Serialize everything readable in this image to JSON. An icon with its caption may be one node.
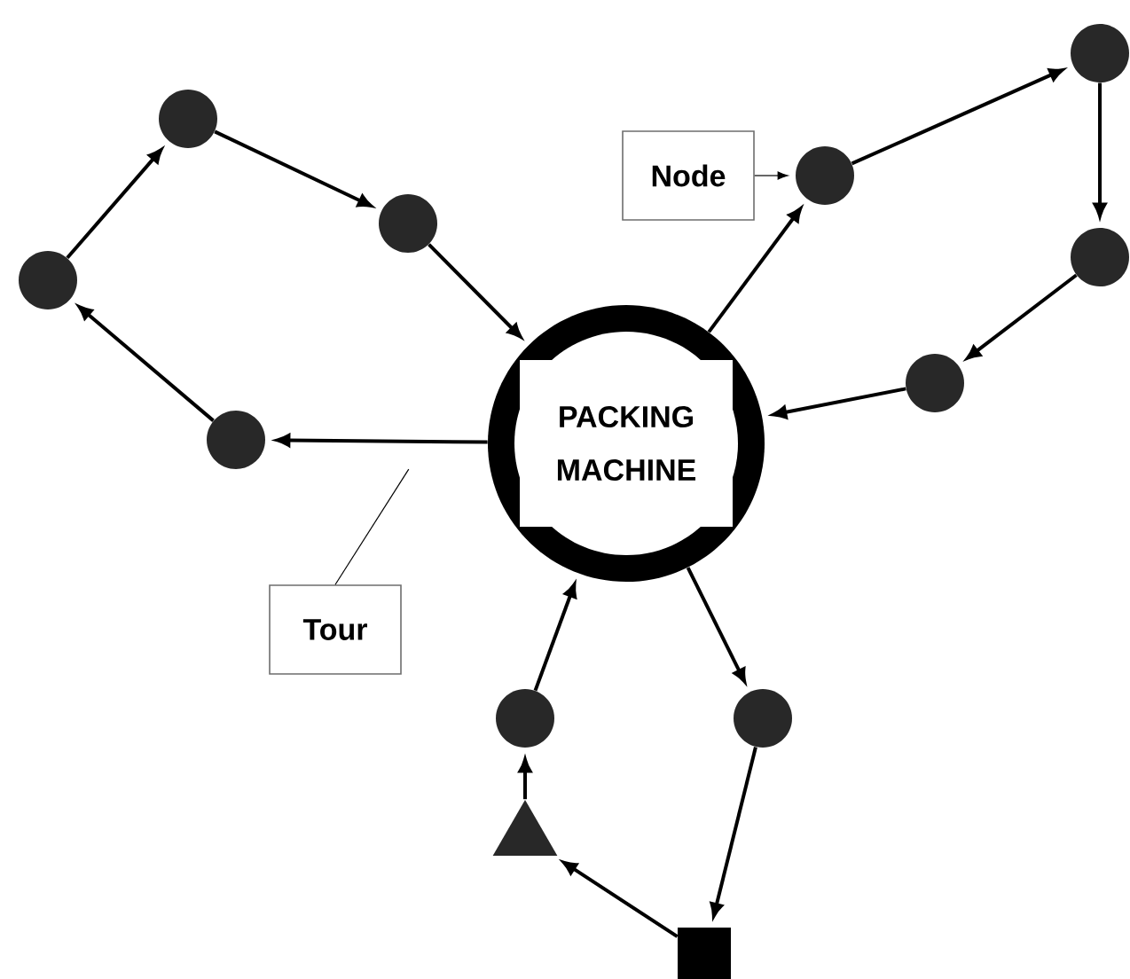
{
  "diagram": {
    "nodes": [
      {
        "text": [
          "PACKING MACHINE"
        ]
      },
      {
        "text": [],
        "shape": "circle"
      },
      {
        "text": [],
        "shape": "circle"
      },
      {
        "text": [],
        "shape": "circle"
      },
      {
        "text": [],
        "shape": "circle"
      },
      {
        "text": [],
        "shape": "circle"
      },
      {
        "text": [],
        "shape": "circle"
      },
      {
        "text": [],
        "shape": "circle"
      },
      {
        "text": [],
        "shape": "circle"
      },
      {
        "text": [],
        "shape": "circle"
      },
      {
        "text": [],
        "shape": "circle"
      },
      {
        "text": [],
        "shape": "triangle"
      },
      {
        "text": [],
        "shape": "box"
      },
      {
        "text": [
          "Node"
        ]
      },
      {
        "text": [
          "Tour"
        ]
      }
    ],
    "edges": [
      {
        "from": 0,
        "to": 1,
        "arrow": "to"
      },
      {
        "from": 1,
        "to": 2,
        "arrow": "to"
      },
      {
        "from": 2,
        "to": 3,
        "arrow": "to"
      },
      {
        "from": 3,
        "to": 4,
        "arrow": "to"
      },
      {
        "from": 4,
        "to": 0,
        "arrow": "to"
      },
      {
        "from": 0,
        "to": 5,
        "arrow": "to"
      },
      {
        "from": 5,
        "to": 6,
        "arrow": "to"
      },
      {
        "from": 6,
        "to": 7,
        "arrow": "to"
      },
      {
        "from": 7,
        "to": 8,
        "arrow": "to"
      },
      {
        "from": 8,
        "to": 0,
        "arrow": "to"
      },
      {
        "from": 0,
        "to": 10,
        "arrow": "to"
      },
      {
        "from": 10,
        "to": 12,
        "arrow": "to"
      },
      {
        "from": 12,
        "to": 11,
        "arrow": "to"
      },
      {
        "from": 11,
        "to": 9,
        "arrow": "to"
      },
      {
        "from": 9,
        "to": 0,
        "arrow": "to"
      },
      {
        "from": 13,
        "to": 5,
        "arrow": "to"
      },
      {
        "from": 14,
        "to": null,
        "arrow": "none"
      }
    ]
  }
}
